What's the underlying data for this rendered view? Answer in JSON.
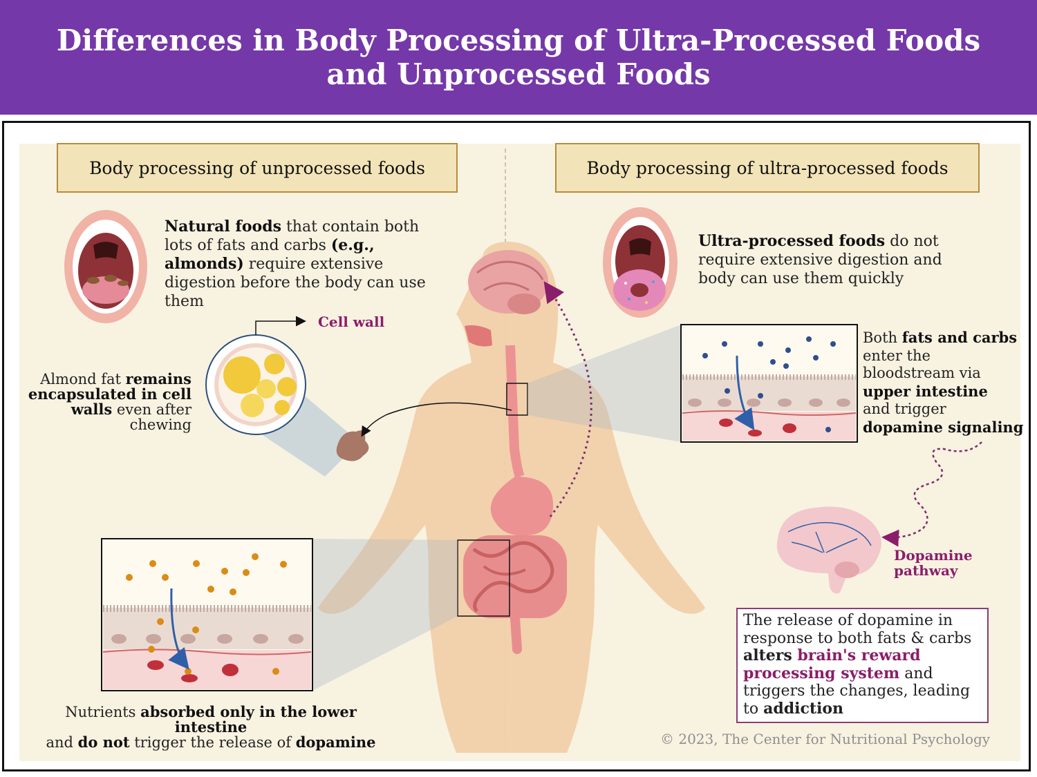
{
  "title": "Differences in Body Processing of Ultra-Processed Foods and Unprocessed Foods",
  "left": {
    "heading": "Body processing of unprocessed foods",
    "natural_foods": {
      "b1": "Natural foods",
      "t1": " that contain  both lots of fats and carbs ",
      "b2": "(e.g., almonds)",
      "t2": " require extensive digestion before the body can use them"
    },
    "cell_wall_label": "Cell wall",
    "almond": {
      "t1": "Almond fat ",
      "b1": "remains encapsulated in cell walls",
      "t2": " even after chewing"
    },
    "nutrients": {
      "t1": "Nutrients ",
      "b1": "absorbed only in the lower intestine",
      "t2": "and ",
      "p1": "do not",
      "t3": " trigger the release of ",
      "p2": "dopamine"
    }
  },
  "right": {
    "heading": "Body processing of ultra-processed foods",
    "ultra": {
      "b1": "Ultra-processed foods",
      "t1": " do not require extensive digestion and body can use them quickly"
    },
    "both": {
      "t1": "Both ",
      "b1": "fats and carbs",
      "t2": "enter the",
      "t3": "bloodstream via",
      "b2": "upper intestine",
      "t4": "and trigger",
      "p1": "dopamine signaling"
    },
    "dopamine_pathway": [
      "Dopamine",
      "pathway"
    ],
    "release": {
      "t1": "The release of dopamine in response to both fats & carbs ",
      "b1": "alters",
      "p1": " brain's reward processing system",
      "t2": " and triggers the changes, leading to ",
      "b2": "addiction"
    }
  },
  "copyright": "© 2023, The Center for Nutritional Psychology",
  "colors": {
    "header": "#7538a8",
    "panel": "#f8f2e1",
    "heading_box": "#f2e4b8",
    "accent_purple": "#8a1e6a",
    "skin": "#f1cfaa",
    "gut": "#e88d8d"
  },
  "icons": [
    "open-mouth-almonds-icon",
    "open-mouth-donut-icon",
    "almond-cell-icon",
    "almond-piece-icon",
    "human-body-icon",
    "brain-icon",
    "dopamine-brain-icon",
    "intestine-cross-section-icon"
  ]
}
